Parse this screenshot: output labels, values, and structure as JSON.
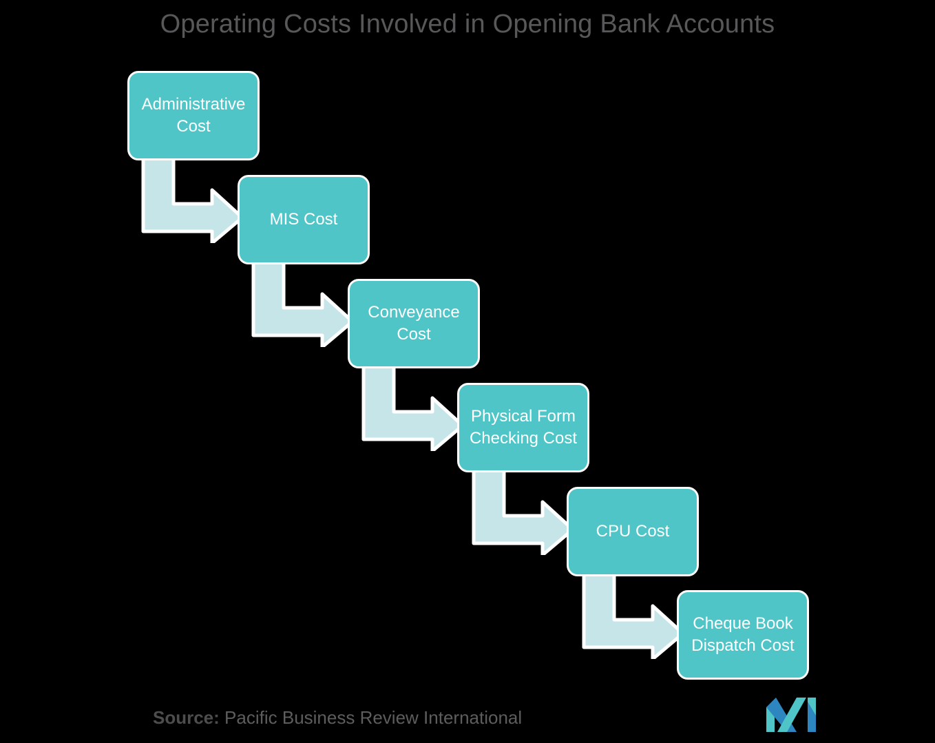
{
  "title": "Operating Costs Involved in Opening Bank Accounts",
  "colors": {
    "background": "#000000",
    "box_fill": "#4FC5C7",
    "box_border": "#FFFFFF",
    "box_text": "#FFFFFF",
    "arrow_fill": "#C5E5E8",
    "arrow_outline": "#FFFFFF",
    "title_text": "#58585A",
    "source_text": "#5D5D5F",
    "logo_blue": "#2E86C1",
    "logo_teal": "#4FC5C7"
  },
  "chart_data": {
    "type": "diagram",
    "diagram_style": "cascading-downstairs-flow",
    "title": "Operating Costs Involved in Opening Bank Accounts",
    "steps": [
      "Administrative Cost",
      "MIS Cost",
      "Conveyance Cost",
      "Physical Form Checking Cost",
      "CPU Cost",
      "Cheque Book Dispatch Cost"
    ],
    "connections": [
      {
        "from": "Administrative Cost",
        "to": "MIS Cost",
        "type": "elbow-arrow"
      },
      {
        "from": "MIS Cost",
        "to": "Conveyance Cost",
        "type": "elbow-arrow"
      },
      {
        "from": "Conveyance Cost",
        "to": "Physical Form Checking Cost",
        "type": "elbow-arrow"
      },
      {
        "from": "Physical Form Checking Cost",
        "to": "CPU Cost",
        "type": "elbow-arrow"
      },
      {
        "from": "CPU Cost",
        "to": "Cheque Book Dispatch Cost",
        "type": "elbow-arrow"
      }
    ]
  },
  "nodes": [
    {
      "id": "administrative-cost",
      "line1": "Administrative",
      "line2": "Cost",
      "label": "Administrative Cost"
    },
    {
      "id": "mis-cost",
      "line1": "MIS Cost",
      "line2": "",
      "label": "MIS Cost"
    },
    {
      "id": "conveyance-cost",
      "line1": "Conveyance",
      "line2": "Cost",
      "label": "Conveyance Cost"
    },
    {
      "id": "physical-form-checking",
      "line1": "Physical Form",
      "line2": "Checking Cost",
      "label": "Physical Form Checking Cost"
    },
    {
      "id": "cpu-cost",
      "line1": "CPU Cost",
      "line2": "",
      "label": "CPU Cost"
    },
    {
      "id": "cheque-book-dispatch",
      "line1": "Cheque Book",
      "line2": "Dispatch Cost",
      "label": "Cheque Book Dispatch Cost"
    }
  ],
  "footer": {
    "source_label": "Source:",
    "source_value": "Pacific Business Review International",
    "logo_name": "mordor-intelligence-logo"
  }
}
